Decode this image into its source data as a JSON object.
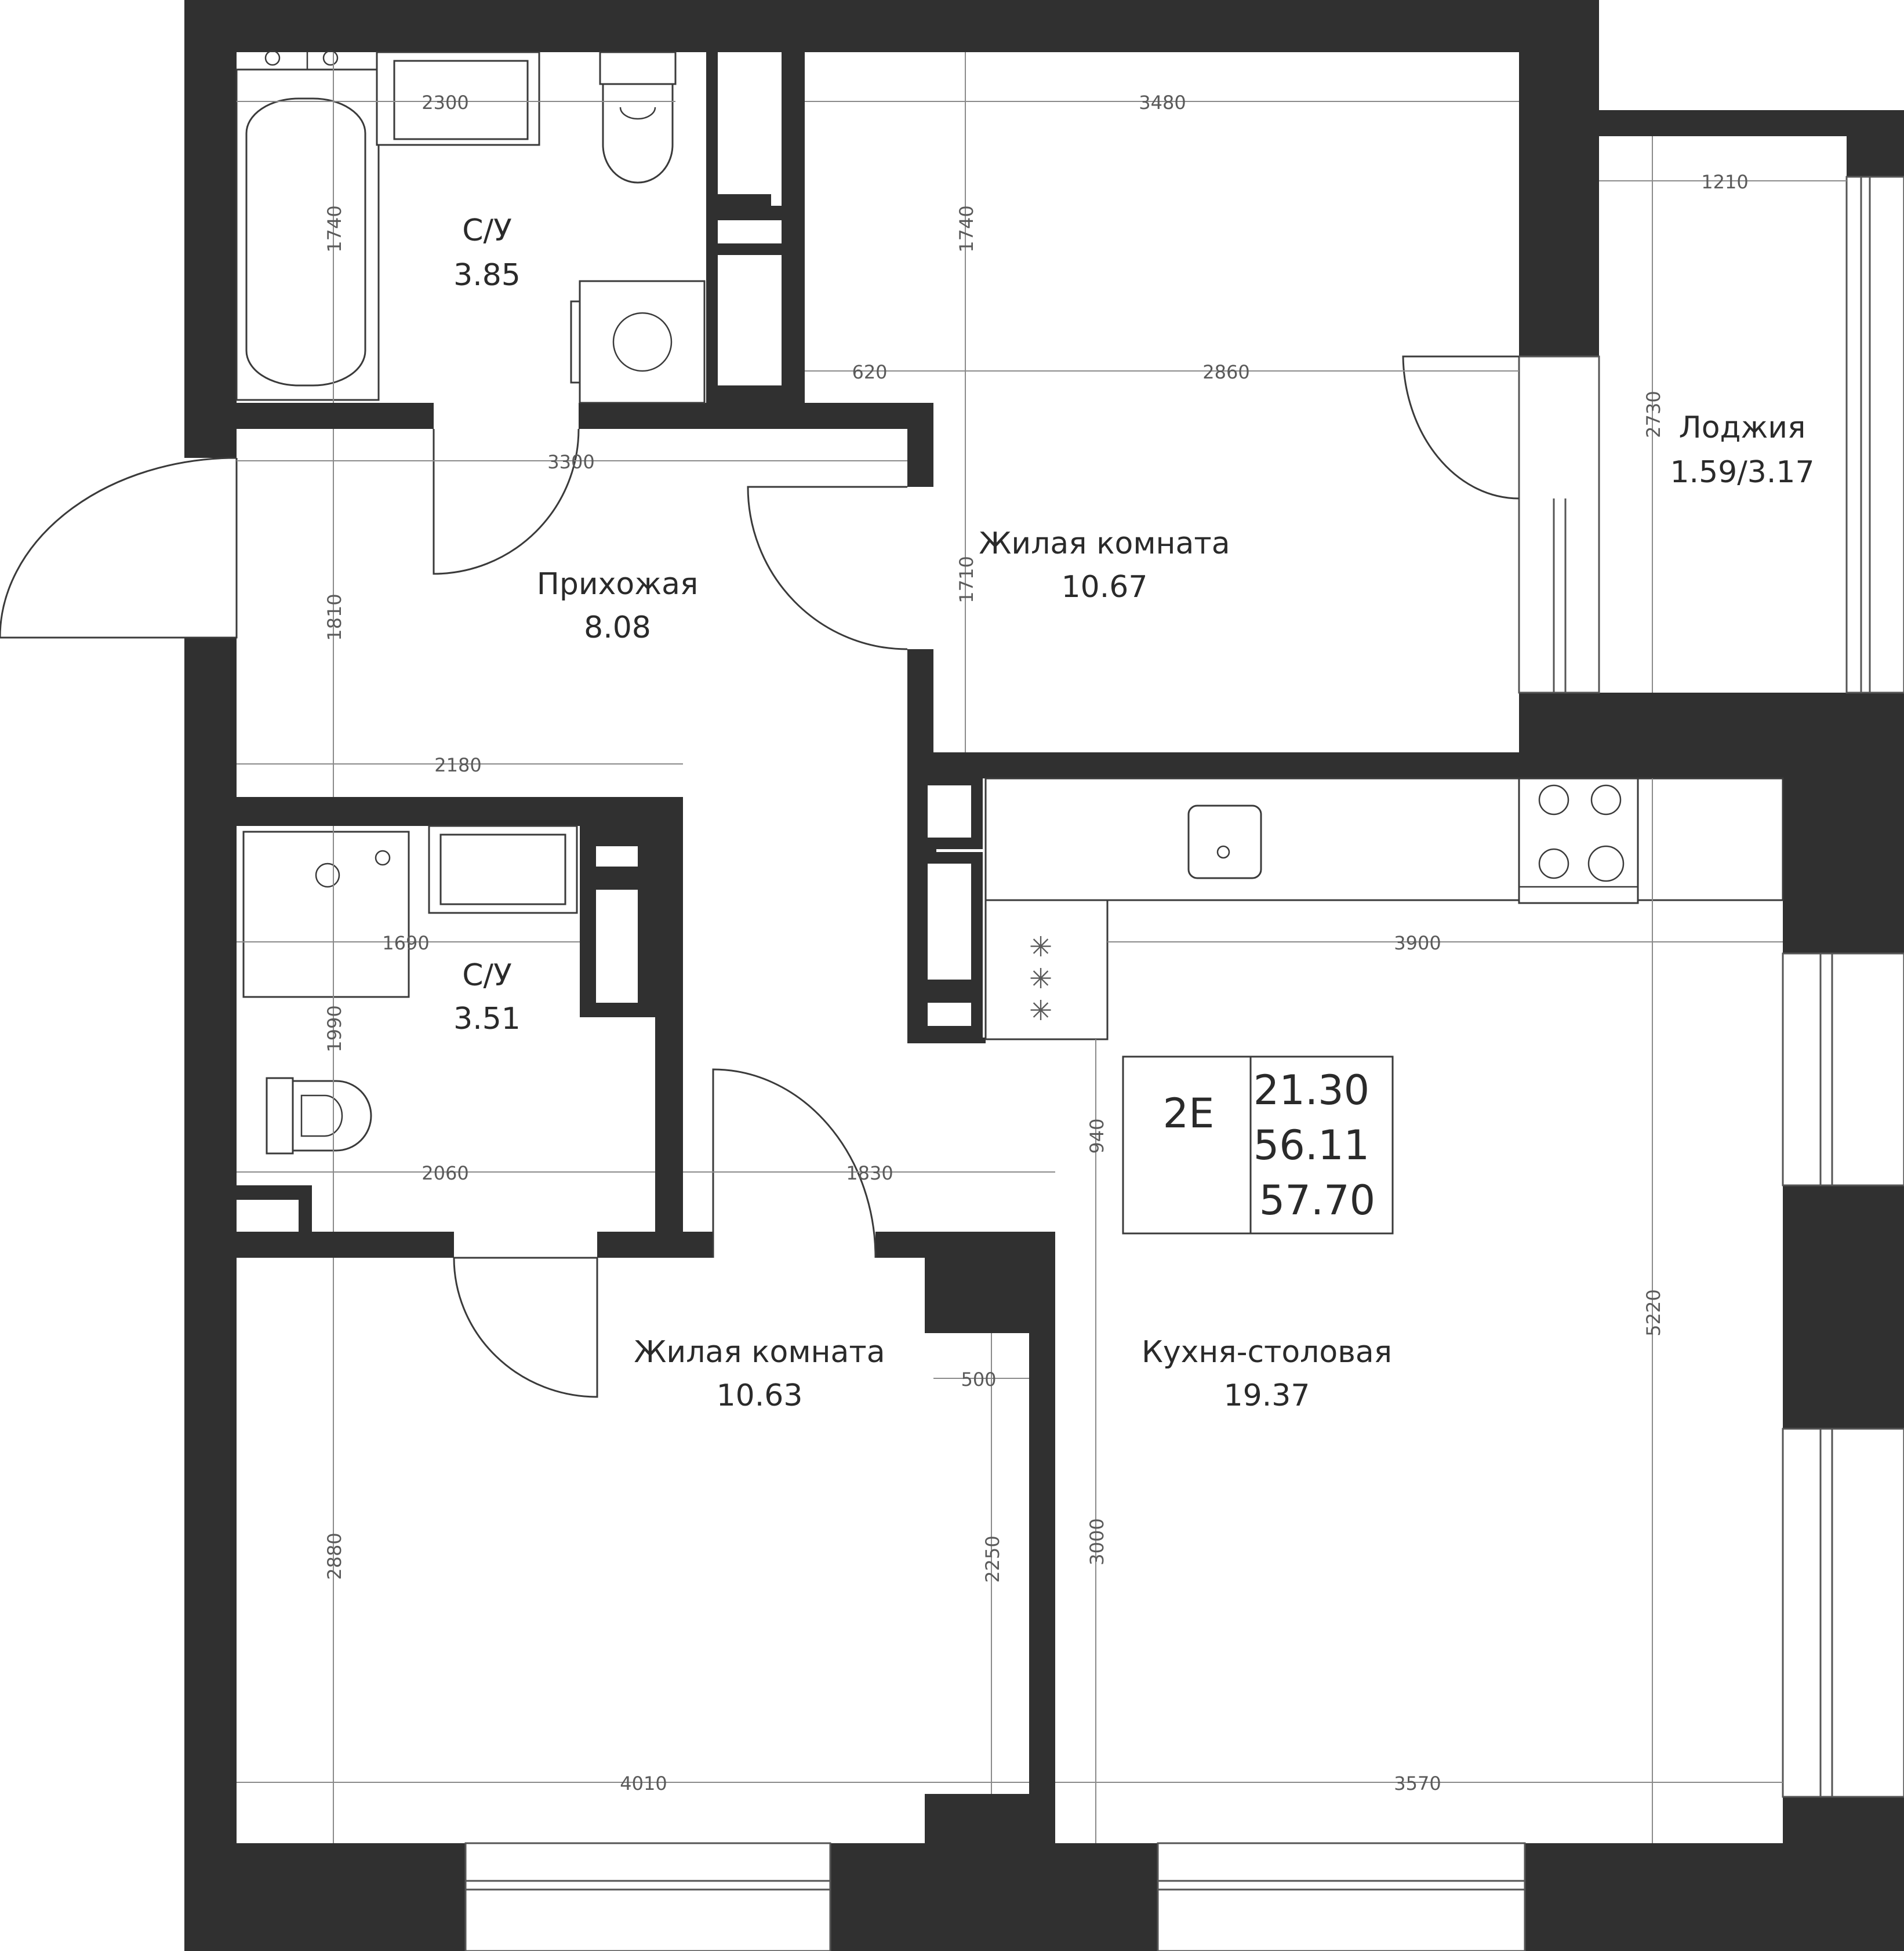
{
  "rooms": {
    "bath_top": {
      "name": "С/У",
      "area": "3.85"
    },
    "hall": {
      "name": "Прихожая",
      "area": "8.08"
    },
    "living_top": {
      "name": "Жилая комната",
      "area": "10.67"
    },
    "loggia": {
      "name": "Лоджия",
      "area": "1.59/3.17"
    },
    "bath_bottom": {
      "name": "С/У",
      "area": "3.51"
    },
    "living_bottom": {
      "name": "Жилая комната",
      "area": "10.63"
    },
    "kitchen": {
      "name": "Кухня-столовая",
      "area": "19.37"
    }
  },
  "info_box": {
    "type": "2Е",
    "living_area": "21.30",
    "total_area": "56.11",
    "total_with_loggia": "57.70"
  },
  "dimensions": {
    "d2300": "2300",
    "d1740a": "1740",
    "d3480": "3480",
    "d1740b": "1740",
    "d1210": "1210",
    "d620": "620",
    "d2860": "2860",
    "d2730": "2730",
    "d3300": "3300",
    "d1810": "1810",
    "d1710": "1710",
    "d2180": "2180",
    "d1690": "1690",
    "d3900": "3900",
    "d1990": "1990",
    "d2060": "2060",
    "d1830": "1830",
    "d940": "940",
    "d500": "500",
    "d5220": "5220",
    "d2880": "2880",
    "d2250": "2250",
    "d3000": "3000",
    "d4010": "4010",
    "d3570": "3570"
  }
}
